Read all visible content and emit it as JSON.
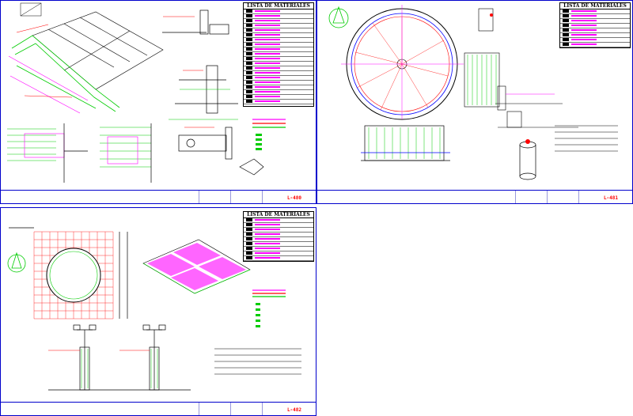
{
  "sheets": [
    {
      "id": "sheet-1",
      "number": "L-480",
      "title_lines": []
    },
    {
      "id": "sheet-2",
      "number": "L-481",
      "title_lines": []
    },
    {
      "id": "sheet-3",
      "number": "L-482",
      "title_lines": []
    }
  ],
  "tables": {
    "sheet1": {
      "title": "LISTA DE MATERIALES",
      "rows": 22
    },
    "sheet2": {
      "title": "LISTA DE MATERIALES",
      "rows": 8
    },
    "sheet3": {
      "title": "LISTA DE MATERIALES",
      "rows": 9
    }
  },
  "colors": {
    "sheet_border": "#0000cc",
    "lines_blue": "#0000ff",
    "lines_red": "#ff0000",
    "lines_green": "#00cc00",
    "lines_magenta": "#ff00ff",
    "lines_cyan": "#00cccc",
    "lines_black": "#000000"
  }
}
